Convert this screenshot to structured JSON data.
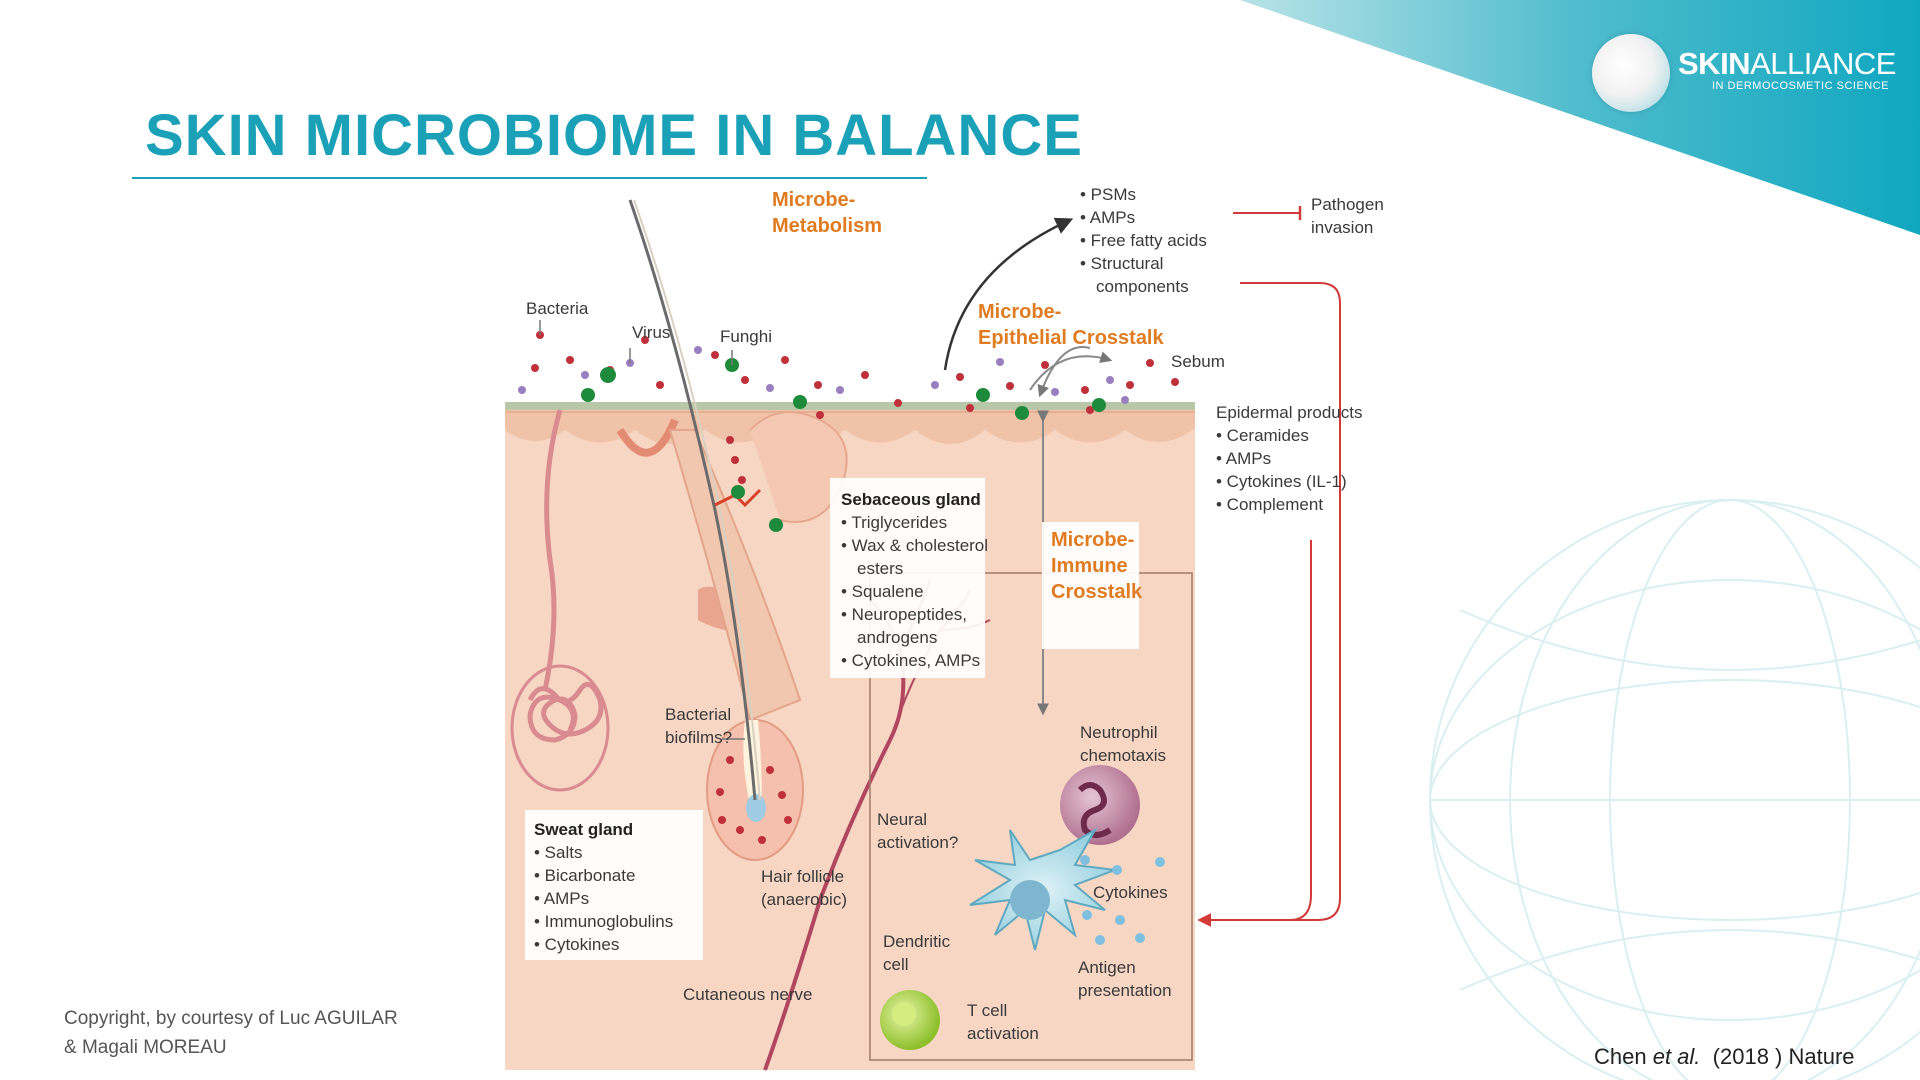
{
  "slide": {
    "title": "SKIN MICROBIOME IN BALANCE",
    "credit_line1": "Copyright, by courtesy of Luc AGUILAR",
    "credit_line2": "& Magali MOREAU",
    "citation_author": "Chen",
    "citation_etal": "et al.",
    "citation_rest": "(2018 ) Nature"
  },
  "logo": {
    "brand_bold": "SKIN",
    "brand_rest": "ALLIANCE",
    "tagline": "IN DERMOCOSMETIC SCIENCE"
  },
  "colors": {
    "title": "#1aa1b8",
    "accent_orange": "#e07b20",
    "arrow_red": "#d23a3a",
    "skin": "#f7d2bd",
    "skin_dark": "#eab79c",
    "bacteria": "#c0303a",
    "virus": "#9a7fc0",
    "fungi": "#1e8a3c"
  },
  "diagram": {
    "crosstalk": {
      "metabolism_l1": "Microbe-",
      "metabolism_l2": "Metabolism",
      "epithelial_l1": "Microbe-",
      "epithelial_l2": "Epithelial Crosstalk",
      "immune_l1": "Microbe-",
      "immune_l2": "Immune",
      "immune_l3": "Crosstalk"
    },
    "microbes": {
      "bacteria": "Bacteria",
      "virus": "Virus",
      "fungi": "Funghi",
      "sebum": "Sebum"
    },
    "products": {
      "items": [
        "• PSMs",
        "• AMPs",
        "• Free fatty acids",
        "• Structural",
        "components"
      ],
      "pathogen_l1": "Pathogen",
      "pathogen_l2": "invasion"
    },
    "epidermal": {
      "title": "Epidermal products",
      "items": [
        "• Ceramides",
        "• AMPs",
        "• Cytokines (IL-1)",
        "• Complement"
      ]
    },
    "sebaceous": {
      "title": "Sebaceous gland",
      "items": [
        "• Triglycerides",
        "• Wax & cholesterol",
        "esters",
        "• Squalene",
        "• Neuropeptides,",
        "androgens",
        "• Cytokines, AMPs"
      ]
    },
    "sweat": {
      "title": "Sweat gland",
      "items": [
        "• Salts",
        "• Bicarbonate",
        "• AMPs",
        "• Immunoglobulins",
        "• Cytokines"
      ]
    },
    "follicle": {
      "biofilm_l1": "Bacterial",
      "biofilm_l2": "biofilms?",
      "follicle_l1": "Hair follicle",
      "follicle_l2": "(anaerobic)",
      "nerve": "Cutaneous nerve"
    },
    "immune": {
      "neutrophil_l1": "Neutrophil",
      "neutrophil_l2": "chemotaxis",
      "neural_l1": "Neural",
      "neural_l2": "activation?",
      "cytokines": "Cytokines",
      "dendritic_l1": "Dendritic",
      "dendritic_l2": "cell",
      "antigen_l1": "Antigen",
      "antigen_l2": "presentation",
      "tcell_l1": "T cell",
      "tcell_l2": "activation"
    }
  }
}
